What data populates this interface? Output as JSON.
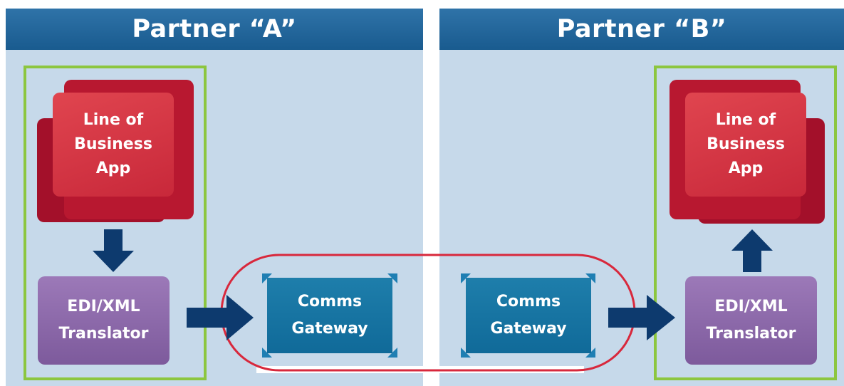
{
  "partner_a": {
    "header": "Partner “A”",
    "lob_lines": [
      "Line of",
      "Business",
      "App"
    ],
    "translator_lines": [
      "EDI/XML",
      "Translator"
    ],
    "gateway_lines": [
      "Comms",
      "Gateway"
    ]
  },
  "partner_b": {
    "header": "Partner “B”",
    "lob_lines": [
      "Line of",
      "Business",
      "App"
    ],
    "translator_lines": [
      "EDI/XML",
      "Translator"
    ],
    "gateway_lines": [
      "Comms",
      "Gateway"
    ]
  },
  "colors": {
    "panel": "#c6d9ea",
    "header": "#1f639a",
    "border_green": "#8cc63f",
    "lob_red": "#c8283a",
    "translator_purple": "#8a67a8",
    "gateway_blue": "#15709f",
    "arrow_navy": "#0d3a6e",
    "link_red": "#d8283c"
  }
}
